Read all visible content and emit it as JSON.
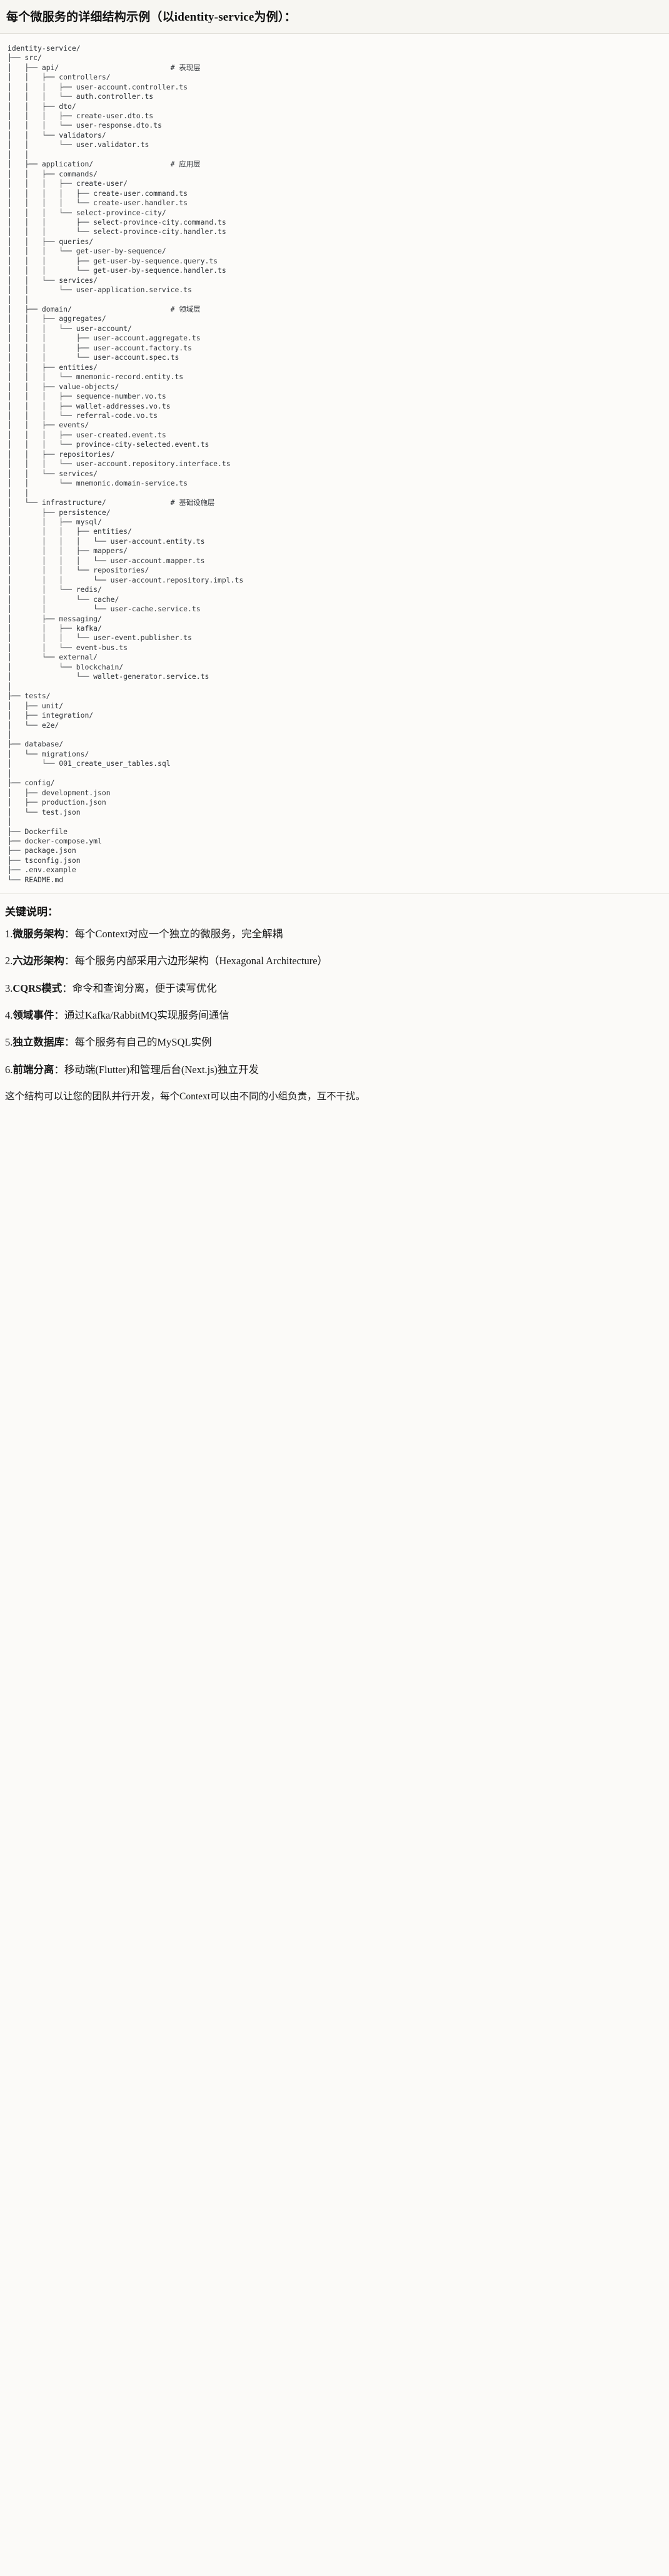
{
  "header": {
    "title": "每个微服务的详细结构示例（以identity-service为例）："
  },
  "tree": {
    "root": "identity-service/",
    "text": "identity-service/\n├── src/\n│   ├── api/                          # 表现层\n│   │   ├── controllers/\n│   │   │   ├── user-account.controller.ts\n│   │   │   └── auth.controller.ts\n│   │   ├── dto/\n│   │   │   ├── create-user.dto.ts\n│   │   │   └── user-response.dto.ts\n│   │   └── validators/\n│   │       └── user.validator.ts\n│   │\n│   ├── application/                  # 应用层\n│   │   ├── commands/\n│   │   │   ├── create-user/\n│   │   │   │   ├── create-user.command.ts\n│   │   │   │   └── create-user.handler.ts\n│   │   │   └── select-province-city/\n│   │   │       ├── select-province-city.command.ts\n│   │   │       └── select-province-city.handler.ts\n│   │   ├── queries/\n│   │   │   └── get-user-by-sequence/\n│   │   │       ├── get-user-by-sequence.query.ts\n│   │   │       └── get-user-by-sequence.handler.ts\n│   │   └── services/\n│   │       └── user-application.service.ts\n│   │\n│   ├── domain/                       # 领域层\n│   │   ├── aggregates/\n│   │   │   └── user-account/\n│   │   │       ├── user-account.aggregate.ts\n│   │   │       ├── user-account.factory.ts\n│   │   │       └── user-account.spec.ts\n│   │   ├── entities/\n│   │   │   └── mnemonic-record.entity.ts\n│   │   ├── value-objects/\n│   │   │   ├── sequence-number.vo.ts\n│   │   │   ├── wallet-addresses.vo.ts\n│   │   │   └── referral-code.vo.ts\n│   │   ├── events/\n│   │   │   ├── user-created.event.ts\n│   │   │   └── province-city-selected.event.ts\n│   │   ├── repositories/\n│   │   │   └── user-account.repository.interface.ts\n│   │   └── services/\n│   │       └── mnemonic.domain-service.ts\n│   │\n│   └── infrastructure/               # 基础设施层\n│       ├── persistence/\n│       │   ├── mysql/\n│       │   │   ├── entities/\n│       │   │   │   └── user-account.entity.ts\n│       │   │   ├── mappers/\n│       │   │   │   └── user-account.mapper.ts\n│       │   │   └── repositories/\n│       │   │       └── user-account.repository.impl.ts\n│       │   └── redis/\n│       │       └── cache/\n│       │           └── user-cache.service.ts\n│       ├── messaging/\n│       │   ├── kafka/\n│       │   │   └── user-event.publisher.ts\n│       │   └── event-bus.ts\n│       └── external/\n│           └── blockchain/\n│               └── wallet-generator.service.ts\n│\n├── tests/\n│   ├── unit/\n│   ├── integration/\n│   └── e2e/\n│\n├── database/\n│   └── migrations/\n│       └── 001_create_user_tables.sql\n│\n├── config/\n│   ├── development.json\n│   ├── production.json\n│   └── test.json\n│\n├── Dockerfile\n├── docker-compose.yml\n├── package.json\n├── tsconfig.json\n├── .env.example\n└── README.md",
    "comments": [
      "# 表现层",
      "# 应用层",
      "# 领域层",
      "# 基础设施层"
    ]
  },
  "notes": {
    "heading": "关键说明：",
    "items": [
      {
        "num": "1.",
        "term": "微服务架构",
        "sep": "：",
        "desc": "每个Context对应一个独立的微服务，完全解耦"
      },
      {
        "num": "2.",
        "term": "六边形架构",
        "sep": "：",
        "desc": "每个服务内部采用六边形架构（Hexagonal Architecture）"
      },
      {
        "num": "3.",
        "term": "CQRS模式",
        "sep": "：",
        "desc": "命令和查询分离，便于读写优化"
      },
      {
        "num": "4.",
        "term": "领域事件",
        "sep": "：",
        "desc": "通过Kafka/RabbitMQ实现服务间通信"
      },
      {
        "num": "5.",
        "term": "独立数据库",
        "sep": "：",
        "desc": "每个服务有自己的MySQL实例"
      },
      {
        "num": "6.",
        "term": "前端分离",
        "sep": "：",
        "desc": "移动端(Flutter)和管理后台(Next.js)独立开发"
      }
    ],
    "closing": "这个结构可以让您的团队并行开发，每个Context可以由不同的小组负责，互不干扰。"
  },
  "colors": {
    "page_bg": "#fbfaf8",
    "header_bg": "#f7f6f2",
    "tree_bg": "#fcfbf9",
    "rule": "#e2e0da",
    "text": "#1a1a1a",
    "code_text": "#2f3338"
  }
}
